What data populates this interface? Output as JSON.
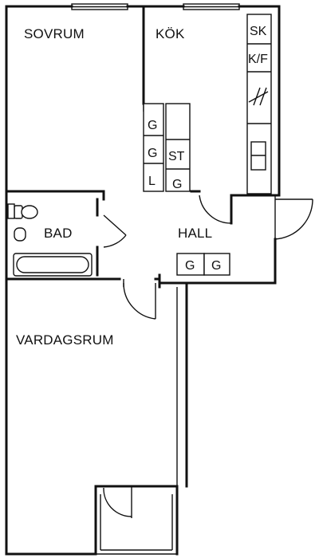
{
  "rooms": {
    "sovrum": "SOVRUM",
    "kok": "KÖK",
    "bad": "BAD",
    "hall": "HALL",
    "vardagsrum": "VARDAGSRUM"
  },
  "fixtures": {
    "sk": "SK",
    "kf": "K/F",
    "st": "ST",
    "g_kitchen_1": "G",
    "g_kitchen_2": "G",
    "g_kitchen_3": "G",
    "l_kitchen": "L",
    "g_hall_1": "G",
    "g_hall_2": "G"
  }
}
